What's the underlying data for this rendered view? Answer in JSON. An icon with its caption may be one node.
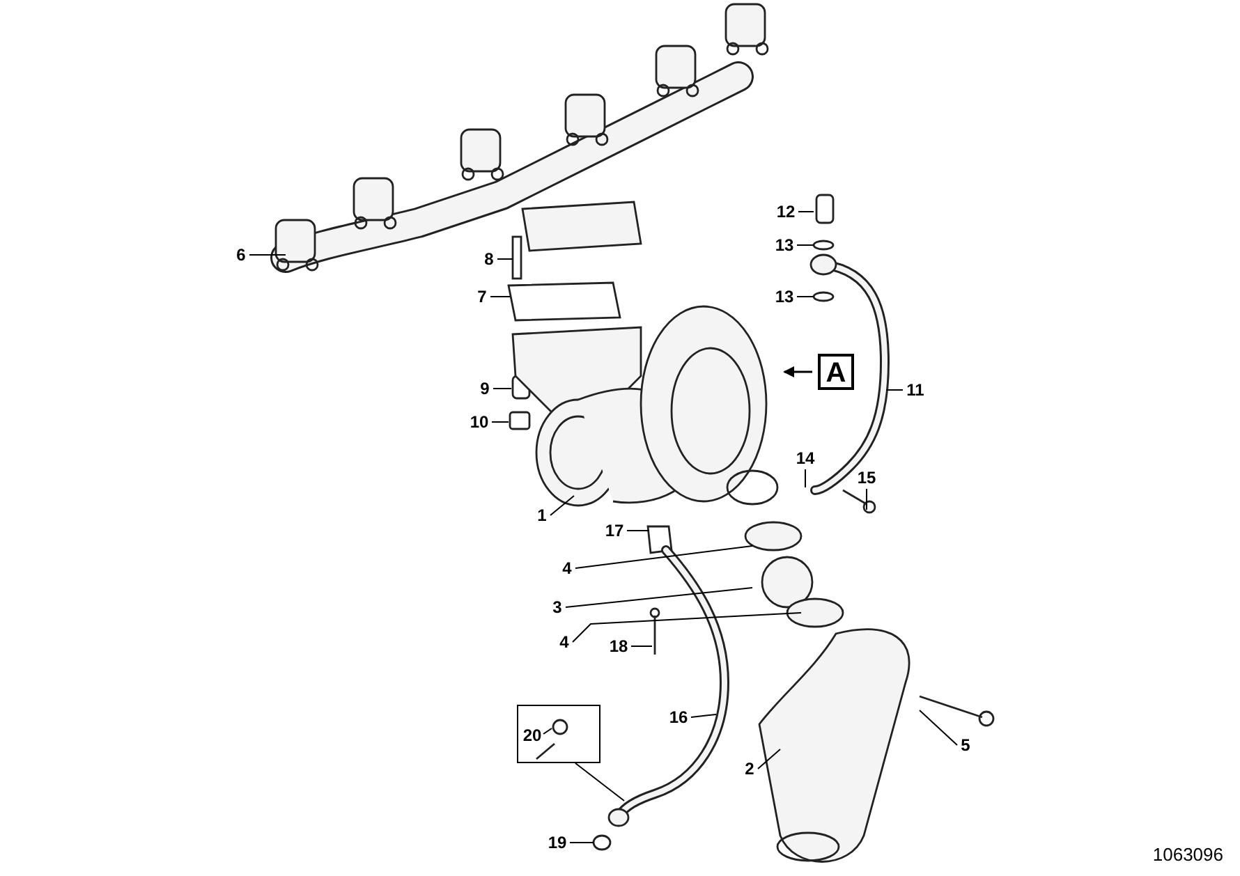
{
  "diagram": {
    "nodes": [
      {
        "text": [
          "6"
        ]
      },
      {
        "text": [
          "8"
        ]
      },
      {
        "text": [
          "7"
        ]
      },
      {
        "text": [
          "12"
        ]
      },
      {
        "text": [
          "13"
        ]
      },
      {
        "text": [
          "13"
        ]
      },
      {
        "text": [
          "A"
        ]
      },
      {
        "text": [
          "11"
        ]
      },
      {
        "text": [
          "9"
        ]
      },
      {
        "text": [
          "10"
        ]
      },
      {
        "text": [
          "1"
        ]
      },
      {
        "text": [
          "14"
        ]
      },
      {
        "text": [
          "15"
        ]
      },
      {
        "text": [
          "17"
        ]
      },
      {
        "text": [
          "4"
        ]
      },
      {
        "text": [
          "3"
        ]
      },
      {
        "text": [
          "4"
        ]
      },
      {
        "text": [
          "18"
        ]
      },
      {
        "text": [
          "16"
        ]
      },
      {
        "text": [
          "5"
        ]
      },
      {
        "text": [
          "2"
        ]
      },
      {
        "text": [],
        "shape": "box"
      },
      {
        "text": [
          "20"
        ],
        "in": 21
      },
      {
        "text": [
          "19"
        ]
      }
    ],
    "edges": [
      {
        "from": 0,
        "to": null,
        "arrow": "none"
      },
      {
        "from": 1,
        "to": null,
        "arrow": "none"
      },
      {
        "from": 2,
        "to": null,
        "arrow": "none"
      },
      {
        "from": 3,
        "to": null,
        "arrow": "none"
      },
      {
        "from": 4,
        "to": null,
        "arrow": "none"
      },
      {
        "from": 5,
        "to": null,
        "arrow": "none"
      },
      {
        "from": 7,
        "to": null,
        "arrow": "none"
      },
      {
        "from": 8,
        "to": null,
        "arrow": "none"
      },
      {
        "from": 9,
        "to": null,
        "arrow": "none"
      },
      {
        "from": 10,
        "to": null,
        "arrow": "none"
      },
      {
        "from": 11,
        "to": null,
        "arrow": "none"
      },
      {
        "from": 12,
        "to": null,
        "arrow": "none"
      },
      {
        "from": 13,
        "to": null,
        "arrow": "none"
      },
      {
        "from": 14,
        "to": null,
        "arrow": "none"
      },
      {
        "from": 15,
        "to": null,
        "arrow": "none"
      },
      {
        "from": 16,
        "to": null,
        "arrow": "none"
      },
      {
        "from": 17,
        "to": null,
        "arrow": "none"
      },
      {
        "from": 18,
        "to": null,
        "arrow": "none"
      },
      {
        "from": 19,
        "to": null,
        "arrow": "none"
      },
      {
        "from": 20,
        "to": null,
        "arrow": "none"
      },
      {
        "from": 22,
        "to": null,
        "arrow": "none"
      },
      {
        "from": 21,
        "to": null,
        "arrow": "none"
      },
      {
        "from": 23,
        "to": null,
        "arrow": "none"
      }
    ],
    "labels": [
      "1063096"
    ]
  }
}
